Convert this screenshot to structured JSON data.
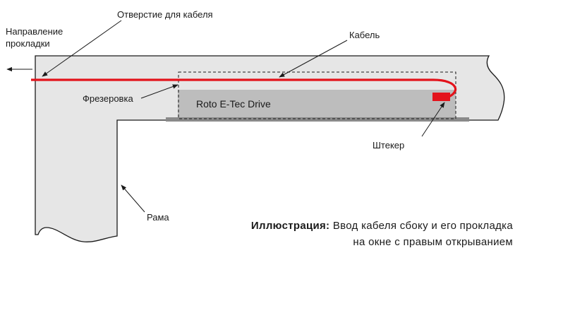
{
  "labels": {
    "cable_hole": "Отверстие для кабеля",
    "direction_line1": "Направление",
    "direction_line2": "прокладки",
    "cable": "Кабель",
    "milling": "Фрезеровка",
    "drive": "Roto E-Tec Drive",
    "plug": "Штекер",
    "frame": "Рама"
  },
  "caption": {
    "title": "Иллюстрация:",
    "line1": " Ввод кабеля сбоку и его прокладка",
    "line2": "на окне с правым открыванием"
  },
  "colors": {
    "frame_fill": "#e6e6e6",
    "outline": "#1a1a1a",
    "drive_fill": "#bdbdbd",
    "base_bar": "#8a8a8a",
    "cable": "#e3131b",
    "plug": "#e3131b"
  }
}
